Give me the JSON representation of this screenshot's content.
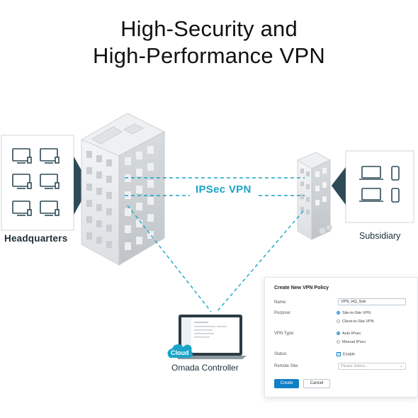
{
  "headline": {
    "line1": "High-Security and",
    "line2": "High-Performance VPN"
  },
  "labels": {
    "headquarters": "Headquarters",
    "subsidiary": "Subsidiary",
    "ipsec": "IPSec VPN",
    "omada": "Omada Controller",
    "cloud": "Cloud"
  },
  "colors": {
    "accent": "#1aa4c7",
    "panel_dark": "#2e4a57",
    "button_blue": "#0f7fc6"
  },
  "form": {
    "title": "Create New VPN Policy",
    "name_label": "Name:",
    "name_value": "VPN_HQ_Sub",
    "purpose_label": "Purpose:",
    "purpose_options": [
      "Site-to-Site VPN",
      "Client-to-Site VPN"
    ],
    "vpn_type_label": "VPN Type:",
    "vpn_type_options": [
      "Auto IPsec",
      "Manual IPsec"
    ],
    "status_label": "Status:",
    "status_value": "Enable",
    "remote_site_label": "Remote Site:",
    "remote_site_placeholder": "Please Select...",
    "create_label": "Create",
    "cancel_label": "Cancel"
  }
}
